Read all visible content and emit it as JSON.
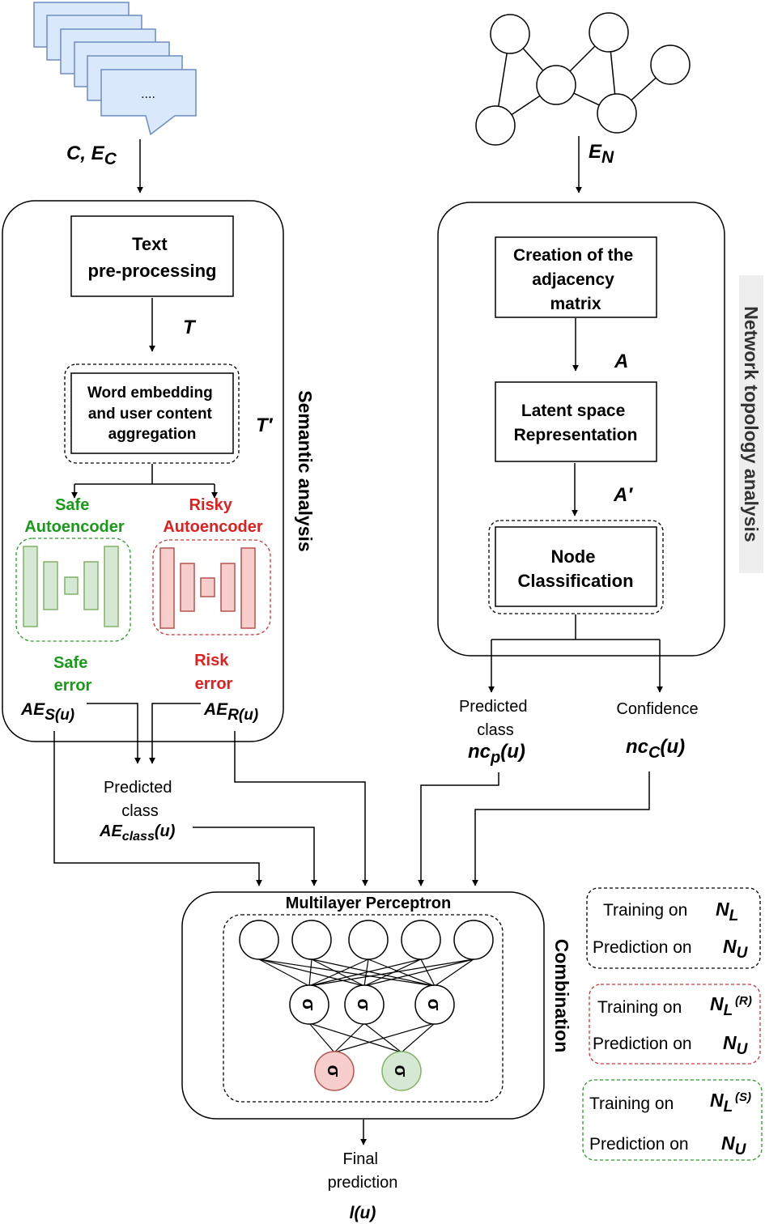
{
  "inputs": {
    "left_doc_ellipsis": "....",
    "left_label_main": "C, E",
    "left_label_sub": "C",
    "right_label_main": "E",
    "right_label_sub": "N"
  },
  "semantic": {
    "panel_title": "Semantic analysis",
    "text_preprocessing": [
      "Text",
      "pre-processing"
    ],
    "T_label": "T",
    "word_embedding": [
      "Word embedding",
      "and user content",
      "aggregation"
    ],
    "T_prime_label": "T′",
    "safe_ae": [
      "Safe",
      "Autoencoder"
    ],
    "risky_ae": [
      "Risky",
      "Autoencoder"
    ],
    "safe_error": [
      "Safe",
      "error"
    ],
    "risk_error": [
      "Risk",
      "error"
    ],
    "ae_s_main": "AE",
    "ae_s_sub": "S(u)",
    "ae_r_main": "AE",
    "ae_r_sub": "R(u)",
    "predicted_class": [
      "Predicted",
      "class"
    ],
    "ae_class_main": "AE",
    "ae_class_sub": "class",
    "ae_class_tail": "(u)"
  },
  "network": {
    "panel_title": "Network topology analysis",
    "adjacency": [
      "Creation of the",
      "adjacency",
      "matrix"
    ],
    "A_label": "A",
    "latent": [
      "Latent space",
      "Representation"
    ],
    "A_prime_label": "A′",
    "node_class": [
      "Node",
      "Classification"
    ],
    "predicted_class": [
      "Predicted",
      "class"
    ],
    "ncp_main": "nc",
    "ncp_sub": "p",
    "ncp_tail": "(u)",
    "confidence": "Confidence",
    "ncc_main": "nc",
    "ncc_sub": "C",
    "ncc_tail": "(u)"
  },
  "combination": {
    "panel_title": "Combination",
    "mlp_title": "Multilayer Perceptron",
    "sigma": "σ",
    "final_prediction": [
      "Final",
      "prediction"
    ],
    "output_label": "l(u)"
  },
  "legend": [
    {
      "training": "Training on",
      "train_main": "N",
      "train_sub": "L",
      "train_sup": "",
      "prediction": "Prediction on",
      "pred_main": "N",
      "pred_sub": "U",
      "border": "#000000"
    },
    {
      "training": "Training on",
      "train_main": "N",
      "train_sub": "L",
      "train_sup": "(R)",
      "prediction": "Prediction on",
      "pred_main": "N",
      "pred_sub": "U",
      "border": "#cc3333"
    },
    {
      "training": "Training on",
      "train_main": "N",
      "train_sub": "L",
      "train_sup": "(S)",
      "prediction": "Prediction on",
      "pred_main": "N",
      "pred_sub": "U",
      "border": "#2a9a2a"
    }
  ],
  "colors": {
    "doc_fill": "#dae8fc",
    "doc_stroke": "#6c8ebf",
    "safe_green": "#1a9a1a",
    "safe_fill": "#d5e8d4",
    "safe_stroke": "#82b366",
    "risky_red": "#e02020",
    "risky_fill": "#f8cecc",
    "risky_stroke": "#b85450",
    "panel_title_bg": "#eeeeee"
  }
}
